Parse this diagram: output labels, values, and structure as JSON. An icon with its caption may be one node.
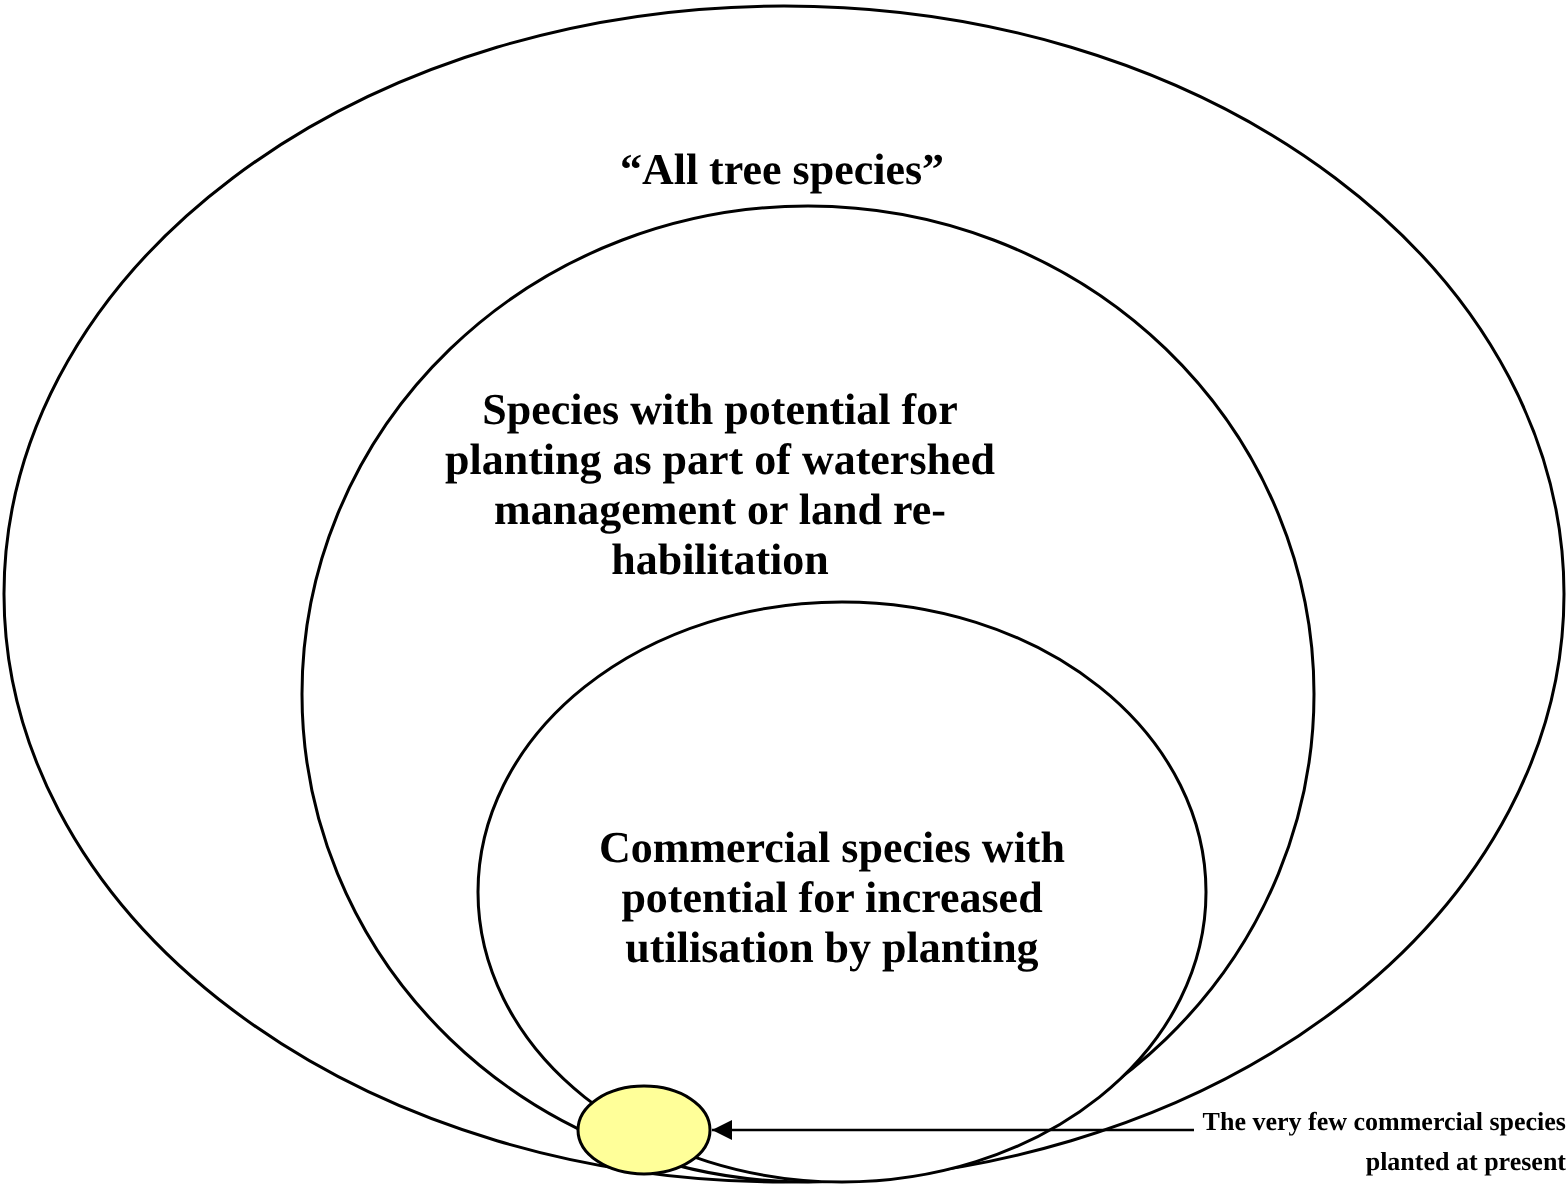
{
  "diagram": {
    "nodes": [
      {
        "text": [
          "“All tree species”"
        ]
      },
      {
        "text": [
          "Species with potential for planting as part of watershed management or land re-habilitation"
        ],
        "in": 0
      },
      {
        "text": [
          "Commercial species with potential for increased utilisation by planting"
        ],
        "in": 1
      },
      {
        "text": [],
        "shape": "circle",
        "in": 2
      },
      {
        "text": [
          "The very few commercial species planted at present"
        ]
      }
    ],
    "edges": [
      {
        "from": 4,
        "to": 3,
        "arrow": "to"
      }
    ]
  }
}
